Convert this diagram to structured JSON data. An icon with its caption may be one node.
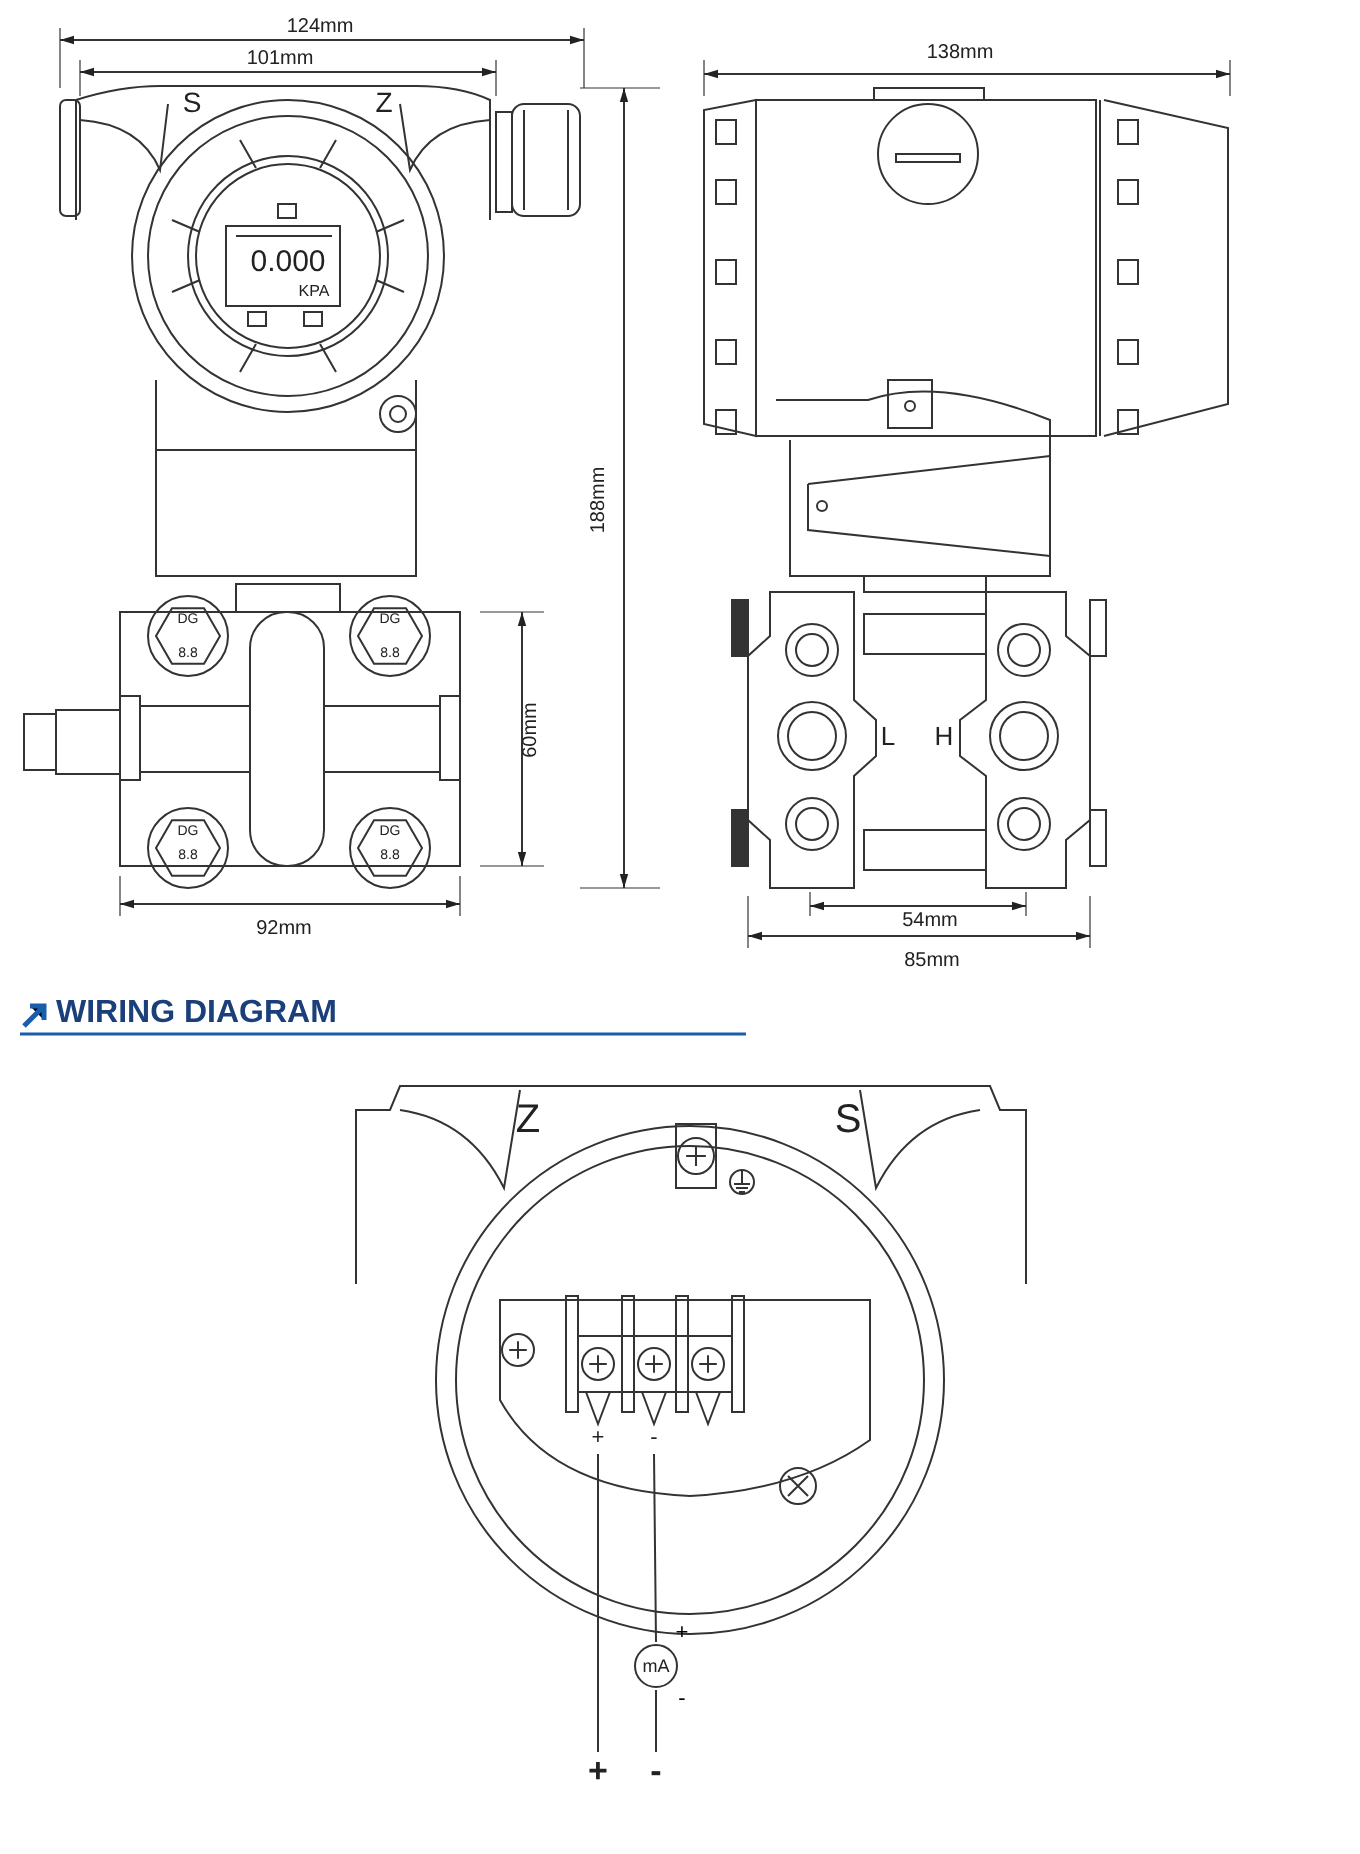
{
  "diagram": {
    "title": "WIRING DIAGRAM",
    "nodes": [
      {
        "text": [
          "+"
        ]
      },
      {
        "text": [
          "-"
        ]
      },
      {
        "text": [
          "mA"
        ],
        "beside": [
          "+",
          "-"
        ]
      },
      {
        "text": [
          "+"
        ]
      },
      {
        "text": [
          "-"
        ]
      }
    ],
    "edges": [
      {
        "from": 0,
        "to": 3,
        "arrow": "none"
      },
      {
        "from": 1,
        "to": 2,
        "arrow": "none"
      },
      {
        "from": 2,
        "to": 4,
        "arrow": "none"
      }
    ],
    "labels": [
      "124mm",
      "101mm",
      "S",
      "Z",
      "0.000",
      "KPA",
      "188mm",
      "60mm",
      "92mm",
      "138mm",
      "L",
      "H",
      "54mm",
      "85mm",
      "DG",
      "DG",
      "8.8",
      "8.8",
      "DG",
      "DG",
      "8.8",
      "8.8",
      "Z",
      "S"
    ]
  }
}
